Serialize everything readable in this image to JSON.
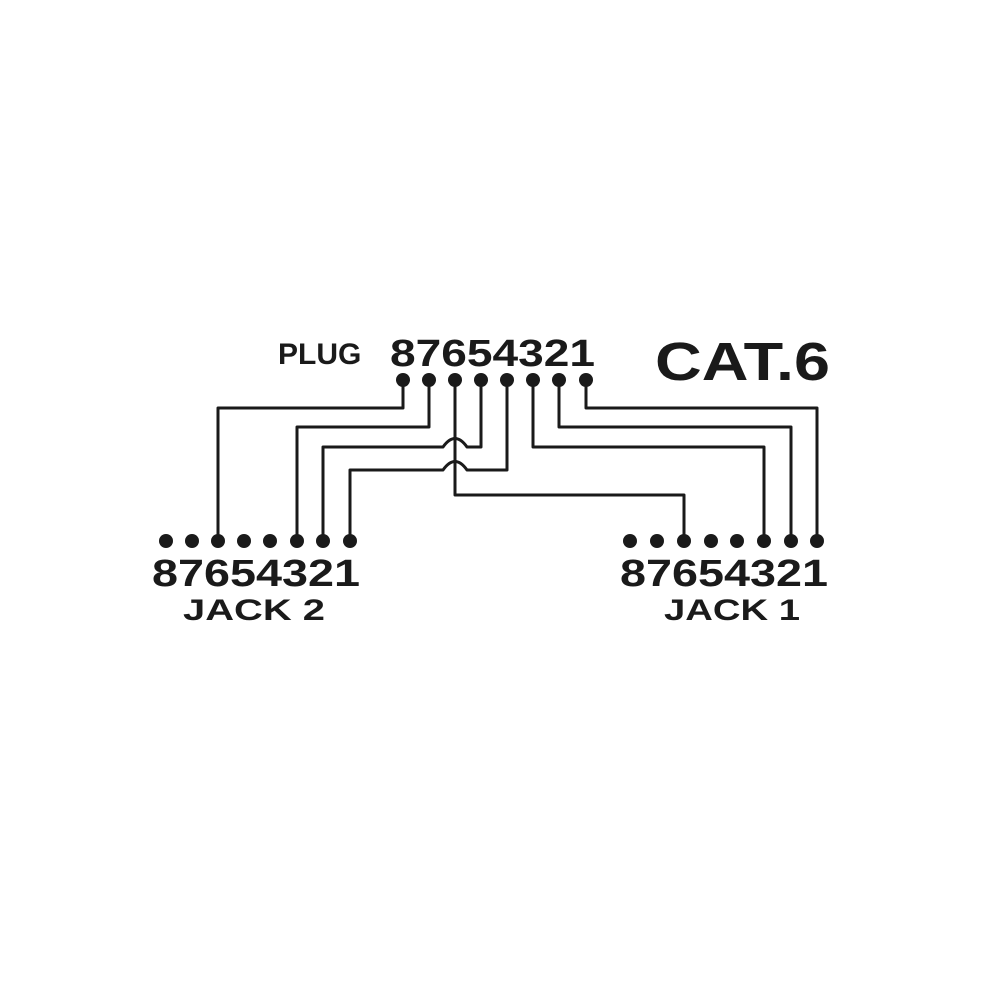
{
  "title": "CAT.6",
  "plug": {
    "label": "PLUG",
    "pins": "87654321"
  },
  "jack2": {
    "label": "JACK 2",
    "pins": "87654321"
  },
  "jack1": {
    "label": "JACK 1",
    "pins": "87654321"
  },
  "connections": [
    {
      "plug_pin": 8,
      "jack": "JACK 2",
      "jack_pin": 6
    },
    {
      "plug_pin": 7,
      "jack": "JACK 2",
      "jack_pin": 3
    },
    {
      "plug_pin": 5,
      "jack": "JACK 2",
      "jack_pin": 2
    },
    {
      "plug_pin": 4,
      "jack": "JACK 2",
      "jack_pin": 1
    },
    {
      "plug_pin": 6,
      "jack": "JACK 1",
      "jack_pin": 6
    },
    {
      "plug_pin": 3,
      "jack": "JACK 1",
      "jack_pin": 3
    },
    {
      "plug_pin": 2,
      "jack": "JACK 1",
      "jack_pin": 2
    },
    {
      "plug_pin": 1,
      "jack": "JACK 1",
      "jack_pin": 1
    }
  ]
}
